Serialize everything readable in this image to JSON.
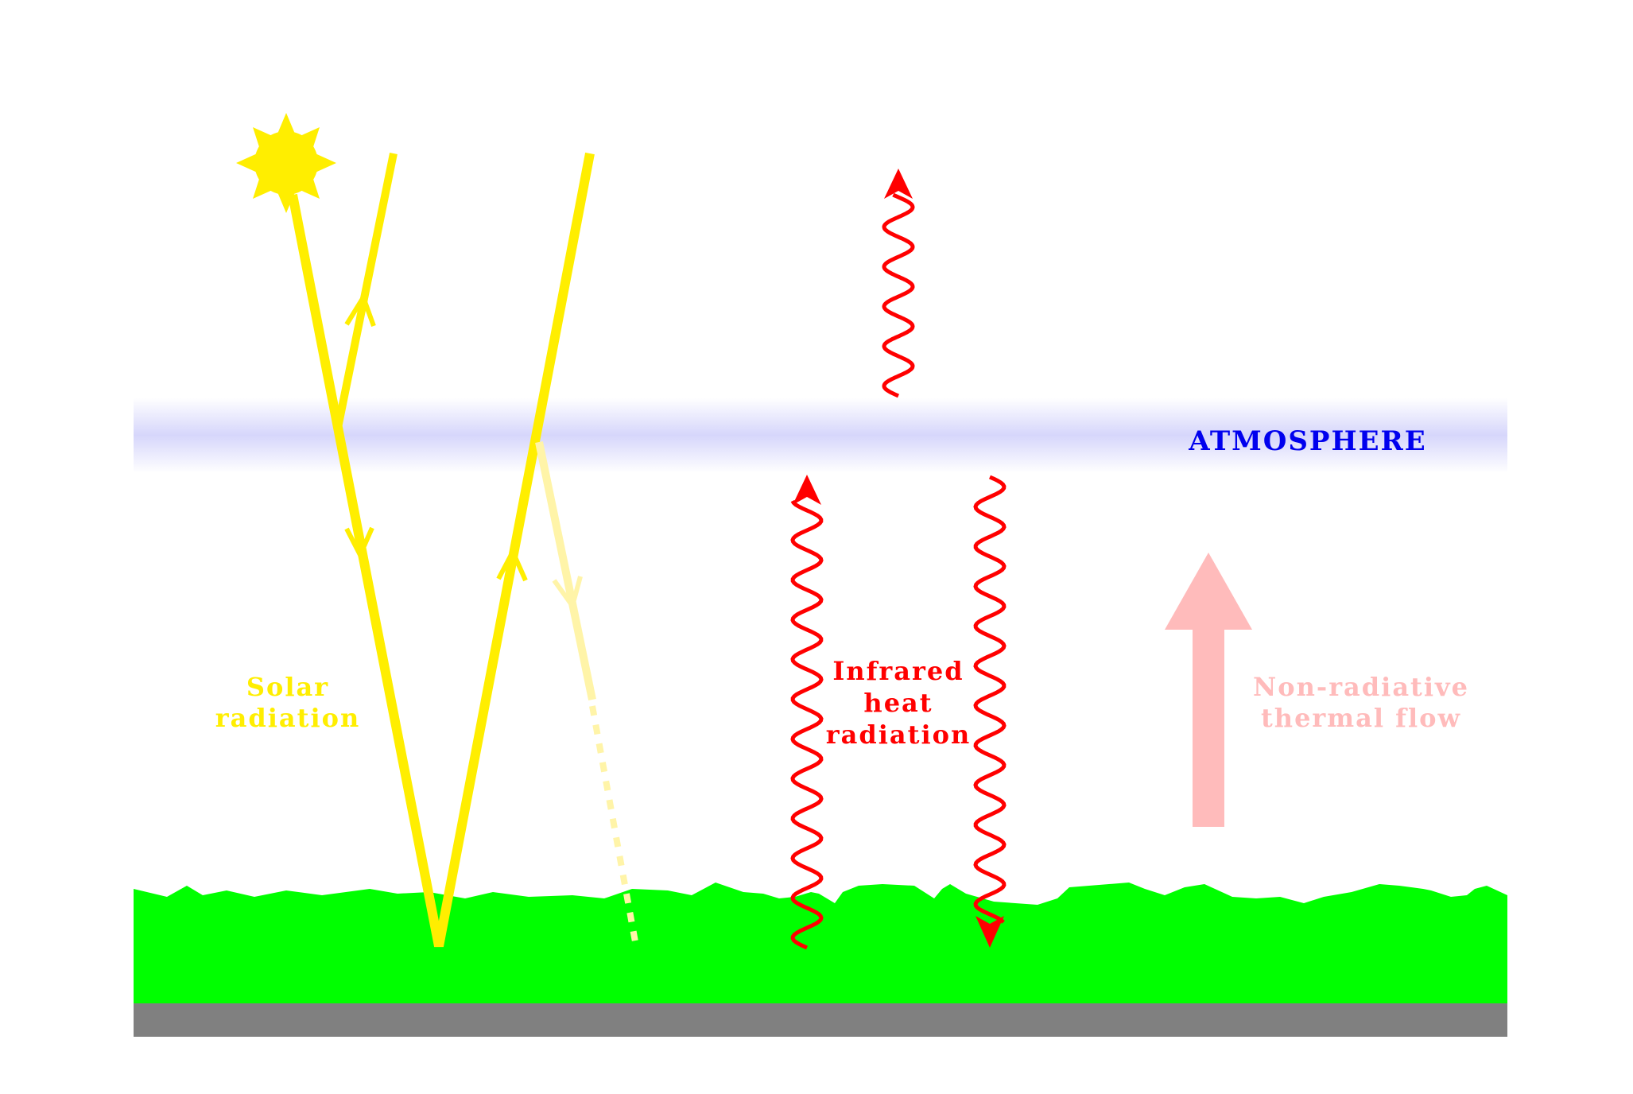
{
  "labels": {
    "atmosphere": "ATMOSPHERE",
    "solar_line1": "Solar",
    "solar_line2": "radiation",
    "infrared_line1": "Infrared",
    "infrared_line2": "heat",
    "infrared_line3": "radiation",
    "nonrad_line1": "Non-radiative",
    "nonrad_line2": "thermal flow"
  },
  "colors": {
    "solar": "#ffee00",
    "infrared": "#ff0000",
    "atmosphere_text": "#0000ee",
    "atmosphere_band": "#d6d6fb",
    "ground_grass": "#00ff00",
    "ground_base": "#808080",
    "nonradiative": "#ffbbbb"
  },
  "icons": {
    "sun": "sun-icon"
  }
}
